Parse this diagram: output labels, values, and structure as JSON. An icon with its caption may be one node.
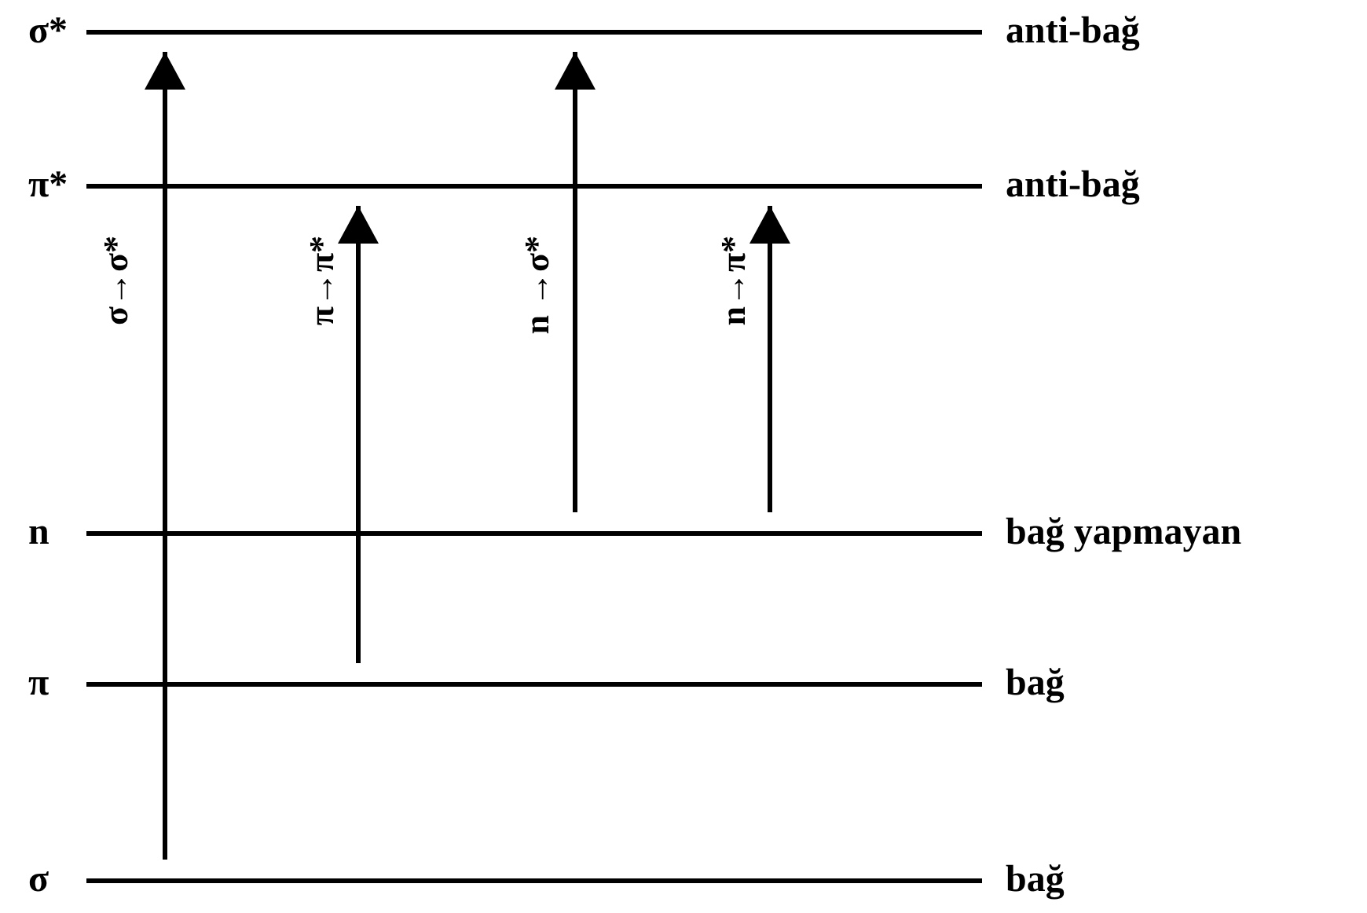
{
  "diagram": {
    "nodes": [
      {
        "text": [
          "σ*"
        ],
        "beside": [
          "anti-bağ"
        ]
      },
      {
        "text": [
          "π*"
        ],
        "beside": [
          "anti-bağ"
        ]
      },
      {
        "text": [
          "n"
        ],
        "beside": [
          "bağ yapmayan"
        ]
      },
      {
        "text": [
          "π"
        ],
        "beside": [
          "bağ"
        ]
      },
      {
        "text": [
          "σ"
        ],
        "beside": [
          "bağ"
        ]
      }
    ],
    "edges": [
      {
        "from": 4,
        "to": 0,
        "arrow": "to",
        "label": "σ→σ*"
      },
      {
        "from": 3,
        "to": 1,
        "arrow": "to",
        "label": "π→π*"
      },
      {
        "from": 2,
        "to": 0,
        "arrow": "to",
        "label": "n →σ*"
      },
      {
        "from": 2,
        "to": 1,
        "arrow": "to",
        "label": "n→π*"
      }
    ]
  }
}
